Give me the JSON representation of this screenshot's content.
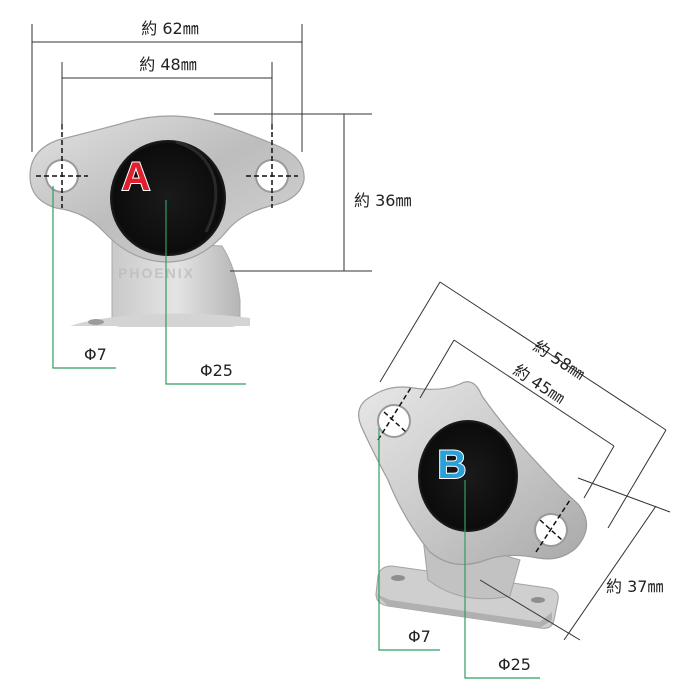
{
  "part_a": {
    "letter": "A",
    "letter_color": "#e0202c",
    "watermark": "PHOENIX",
    "dims": {
      "overall_width": "約 62㎜",
      "hole_pitch": "約 48㎜",
      "height": "約 36㎜",
      "hole_diameter": "Φ7",
      "bore_diameter": "Φ25"
    }
  },
  "part_b": {
    "letter": "B",
    "letter_color": "#2a9fd8",
    "dims": {
      "overall_width": "約 58㎜",
      "hole_pitch": "約 45㎜",
      "height": "約 37㎜",
      "hole_diameter": "Φ7",
      "bore_diameter": "Φ25"
    }
  },
  "colors": {
    "leader_line": "#2e9e5e",
    "dimension_line": "#333333",
    "metal_light": "#cfcfcf",
    "metal_dark": "#9a9a9a",
    "bore": "#111111"
  }
}
